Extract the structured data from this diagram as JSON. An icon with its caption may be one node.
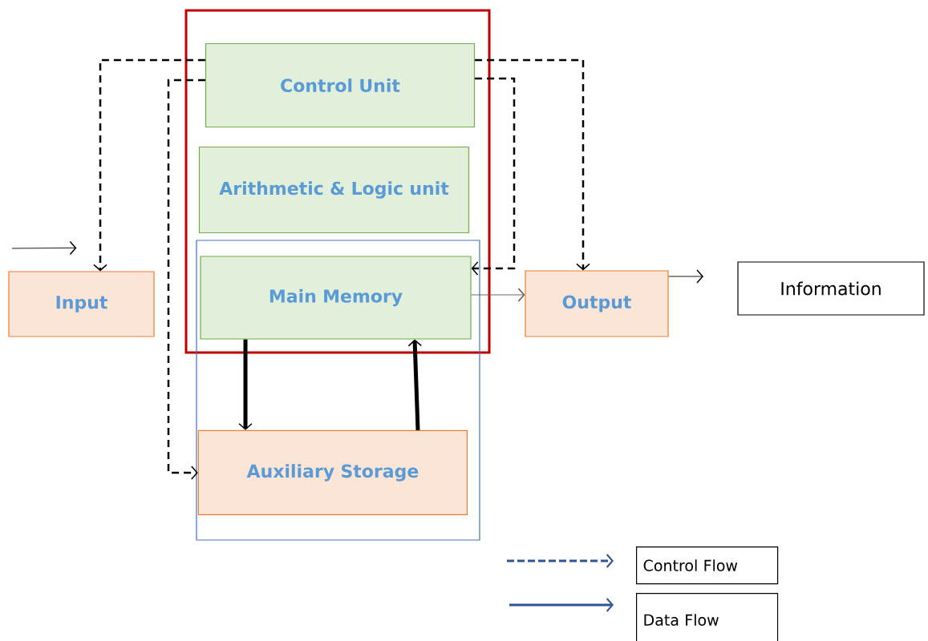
{
  "diagram": {
    "nodes": [
      {
        "text": [],
        "shape": "box"
      },
      {
        "text": [
          "Control Unit"
        ],
        "in": 0
      },
      {
        "text": [
          "Arithmetic & Logic unit"
        ],
        "in": 0
      },
      {
        "text": [],
        "shape": "box"
      },
      {
        "text": [
          "Main Memory"
        ]
      },
      {
        "text": [
          "Input"
        ]
      },
      {
        "text": [
          "Output"
        ]
      },
      {
        "text": [
          "Auxiliary Storage"
        ],
        "in": 3
      },
      {
        "text": [
          "Information"
        ]
      }
    ],
    "edges": [
      {
        "from": null,
        "to": 5,
        "arrow": "to"
      },
      {
        "from": 1,
        "to": 5,
        "arrow": "to",
        "style": "dashed"
      },
      {
        "from": 1,
        "to": 6,
        "arrow": "to",
        "style": "dashed"
      },
      {
        "from": 1,
        "to": 4,
        "arrow": "to",
        "style": "dashed"
      },
      {
        "from": 1,
        "to": 7,
        "arrow": "to",
        "style": "dashed"
      },
      {
        "from": 4,
        "to": 6,
        "arrow": "to",
        "color": "#595959"
      },
      {
        "from": 4,
        "to": 7,
        "arrow": "to",
        "style": "thick"
      },
      {
        "from": 7,
        "to": 4,
        "arrow": "to",
        "style": "thick"
      },
      {
        "from": 6,
        "to": null,
        "arrow": "to"
      }
    ],
    "legend": [
      {
        "text": "Control Flow"
      },
      {
        "text": "Data Flow"
      }
    ]
  }
}
